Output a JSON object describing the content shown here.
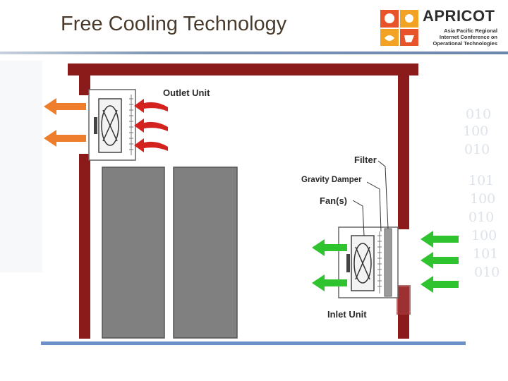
{
  "slide": {
    "title": "Free Cooling Technology"
  },
  "logo": {
    "name": "APRICOT",
    "tagline_lines": [
      "Asia Pacific Regional",
      "Internet Conference on",
      "Operational Technologies"
    ]
  },
  "diagram": {
    "labels": {
      "outlet_unit": "Outlet Unit",
      "filter": "Filter",
      "gravity_damper": "Gravity Damper",
      "fans": "Fan(s)",
      "inlet_unit": "Inlet Unit"
    },
    "background_binary": [
      "010",
      "100",
      "010",
      "101",
      "100",
      "010",
      "100",
      "101",
      "010"
    ]
  },
  "colors": {
    "wall": "#8b1a1a",
    "rack": "#808080",
    "hot_arrow": "#d4231f",
    "exhaust_arrow": "#ee7d2c",
    "cool_arrow": "#2fc42f",
    "floor": "#6b91c6"
  }
}
